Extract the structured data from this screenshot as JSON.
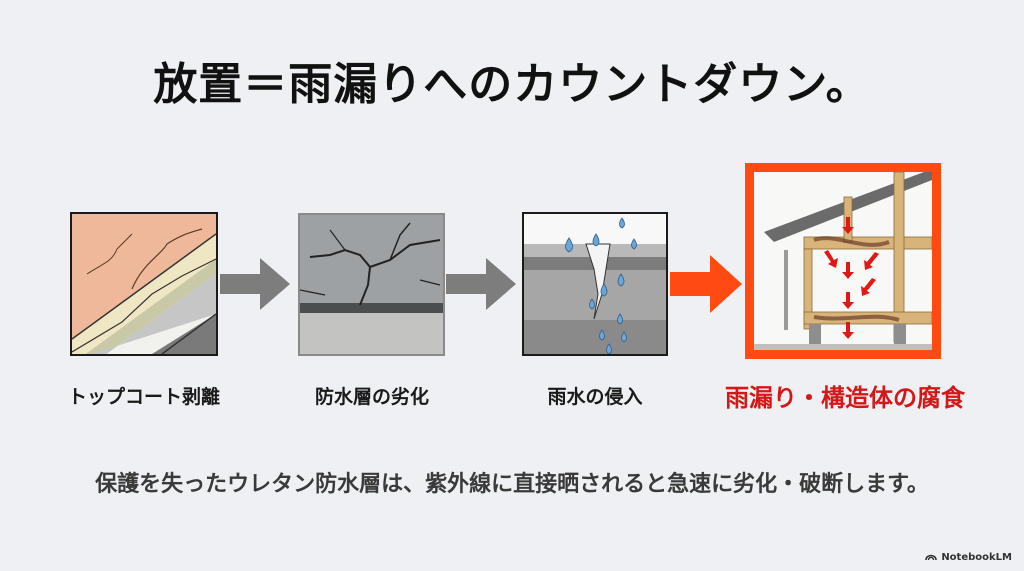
{
  "slide": {
    "title": "放置＝雨漏りへのカウントダウン。",
    "steps": [
      {
        "label": "トップコート剥離",
        "illustration": "peeling-topcoat-layers"
      },
      {
        "label": "防水層の劣化",
        "illustration": "cracked-waterproof-layer"
      },
      {
        "label": "雨水の侵入",
        "illustration": "rainwater-infiltration-crack"
      },
      {
        "label": "雨漏り・構造体の腐食",
        "illustration": "house-structure-leak-corrosion",
        "highlight": true
      }
    ],
    "arrows": [
      {
        "color": "#7d7d7d"
      },
      {
        "color": "#7d7d7d"
      },
      {
        "color": "#ff4a12"
      }
    ],
    "description": "保護を失ったウレタン防水層は、紫外線に直接晒されると急速に劣化・破断します。",
    "colors": {
      "background": "#eef0f3",
      "accent": "#ff4a12",
      "highlight_text": "#d41818",
      "arrow_gray": "#7d7d7d"
    }
  },
  "branding": {
    "label": "NotebookLM"
  }
}
